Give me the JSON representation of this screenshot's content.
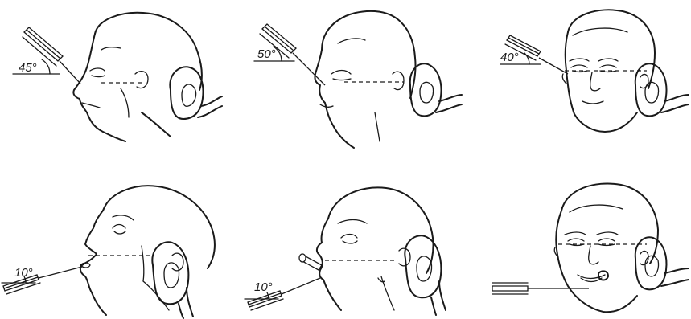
{
  "figure": {
    "panels": [
      {
        "id": "p1",
        "view": "left-profile",
        "tube": "upper-left",
        "angle_label": "45°"
      },
      {
        "id": "p2",
        "view": "left-three-quarter",
        "tube": "upper-left",
        "angle_label": "50°"
      },
      {
        "id": "p3",
        "view": "frontal",
        "tube": "upper-left",
        "angle_label": "40°"
      },
      {
        "id": "p4",
        "view": "left-profile-tilted",
        "tube": "lower-left",
        "angle_label": "10°"
      },
      {
        "id": "p5",
        "view": "left-three-quarter-tilted",
        "tube": "lower-left",
        "angle_label": "10°"
      },
      {
        "id": "p6",
        "view": "frontal-tilted",
        "tube": "lower-left",
        "angle_label": ""
      }
    ],
    "colors": {
      "ink": "#1a1a1a",
      "background": "#ffffff"
    }
  }
}
